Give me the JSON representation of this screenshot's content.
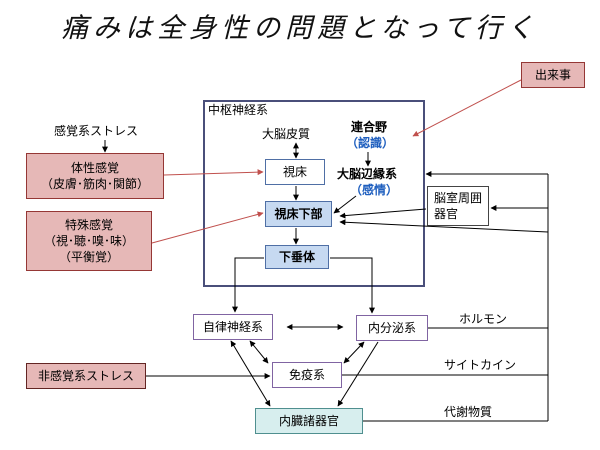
{
  "title": "痛みは全身性の問題となって行く",
  "cns": {
    "label": "中枢神経系",
    "cerebral_cortex": "大脳皮質",
    "thalamus": "視床",
    "hypothalamus": "視床下部",
    "pituitary": "下垂体",
    "association_area": "連合野",
    "cognition": "（認識）",
    "limbic": "大脳辺縁系",
    "emotion": "（感情）"
  },
  "inputs": {
    "sensory_stress": "感覚系ストレス",
    "somatic_line1": "体性感覚",
    "somatic_line2": "（皮膚･筋肉･関節）",
    "special_line1": "特殊感覚",
    "special_line2": "（視･聴･嗅･味）",
    "special_line3": "（平衡覚）",
    "event": "出来事",
    "non_sensory_stress": "非感覚系ストレス"
  },
  "cvo_line1": "脳室周囲",
  "cvo_line2": "器官",
  "systems": {
    "autonomic": "自律神経系",
    "endocrine": "内分泌系",
    "immune": "免疫系",
    "visceral": "内臓諸器官"
  },
  "signals": {
    "hormone": "ホルモン",
    "cytokine": "サイトカイン",
    "metabolite": "代謝物質"
  },
  "colors": {
    "input_pink": "#e6b8b7",
    "red_arrow": "#c0504d",
    "cns_blue": "#c6d9f1",
    "frame": "#4a4f7a",
    "highlight_text": "#1f5fbf"
  }
}
